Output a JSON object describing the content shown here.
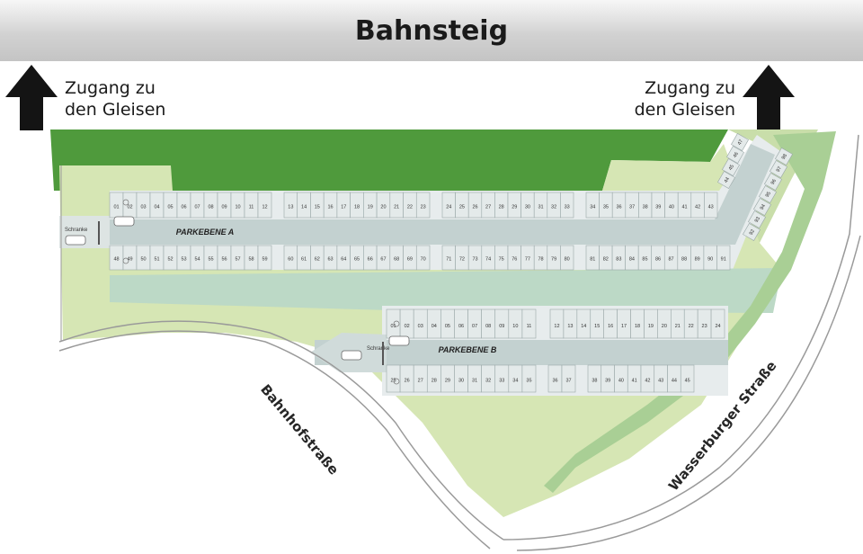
{
  "platform": {
    "label": "Bahnsteig"
  },
  "access": {
    "left": {
      "line1": "Zugang zu",
      "line2": "den Gleisen"
    },
    "right": {
      "line1": "Zugang zu",
      "line2": "den Gleisen"
    }
  },
  "streets": {
    "left": "Bahnhofstraße",
    "right": "Wasserburger Straße"
  },
  "parking_a": {
    "label": "PARKEBENE A",
    "barrier": "Schranke",
    "top_row": [
      "01",
      "02",
      "03",
      "04",
      "05",
      "06",
      "07",
      "08",
      "09",
      "10",
      "11",
      "12",
      "13",
      "14",
      "15",
      "16",
      "17",
      "18",
      "19",
      "20",
      "21",
      "22",
      "23",
      "24",
      "25",
      "26",
      "27",
      "28",
      "29",
      "30",
      "31",
      "32",
      "33",
      "34",
      "35",
      "36",
      "37",
      "38",
      "39",
      "40",
      "41",
      "42",
      "43"
    ],
    "bottom_row": [
      "48",
      "49",
      "50",
      "51",
      "52",
      "53",
      "54",
      "55",
      "56",
      "57",
      "58",
      "59",
      "60",
      "61",
      "62",
      "63",
      "64",
      "65",
      "66",
      "67",
      "68",
      "69",
      "70",
      "71",
      "72",
      "73",
      "74",
      "75",
      "76",
      "77",
      "78",
      "79",
      "80",
      "81",
      "82",
      "83",
      "84",
      "85",
      "86",
      "87",
      "88",
      "89",
      "90",
      "91"
    ],
    "diag_upper": [
      "44",
      "45",
      "46",
      "47"
    ],
    "diag_lower": [
      "92",
      "93",
      "94",
      "95",
      "96",
      "97",
      "98"
    ]
  },
  "parking_b": {
    "label": "PARKEBENE B",
    "barrier": "Schranke",
    "top_row": [
      "01",
      "02",
      "03",
      "04",
      "05",
      "06",
      "07",
      "08",
      "09",
      "10",
      "11",
      "12",
      "13",
      "14",
      "15",
      "16",
      "17",
      "18",
      "19",
      "20",
      "21",
      "22",
      "23",
      "24"
    ],
    "bottom_row": [
      "25",
      "26",
      "27",
      "28",
      "29",
      "30",
      "31",
      "32",
      "33",
      "34",
      "35",
      "36",
      "37",
      "38",
      "39",
      "40",
      "41",
      "42",
      "43",
      "44",
      "45"
    ]
  },
  "colors": {
    "dark_green": "#4f9a3c",
    "light_green": "#d6e6b4",
    "pale_green": "#e9f1d6",
    "drive_lane": "#c3d1d0",
    "access_lane": "#bcd9c6",
    "parking_bay": "#e4eaea",
    "arrow": "#141414"
  },
  "icons": [
    "arrow-up-icon",
    "wheelchair-icon",
    "car-icon",
    "barrier-icon"
  ]
}
